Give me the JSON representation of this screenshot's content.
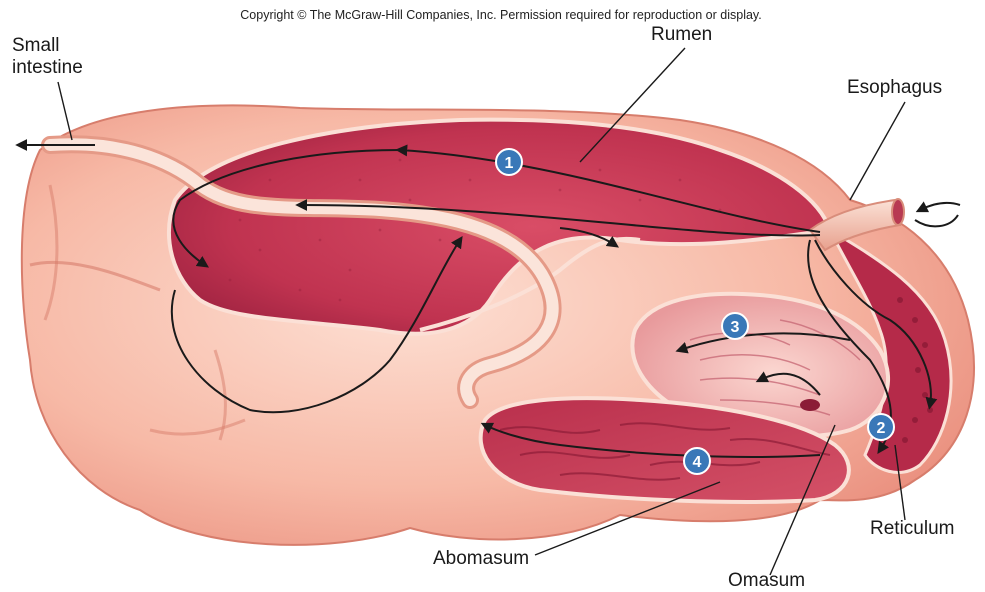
{
  "copyright": "Copyright © The McGraw-Hill Companies, Inc. Permission required for reproduction or display.",
  "labels": {
    "small_intestine": "Small intestine",
    "rumen": "Rumen",
    "esophagus": "Esophagus",
    "reticulum": "Reticulum",
    "abomasum": "Abomasum",
    "omasum": "Omasum"
  },
  "steps": [
    "1",
    "2",
    "3",
    "4"
  ],
  "colors": {
    "outer_body": "#f5b8a8",
    "inner_lining": "#c8324f",
    "arrow": "#1a1a1a",
    "badge": "#3a78b8"
  }
}
